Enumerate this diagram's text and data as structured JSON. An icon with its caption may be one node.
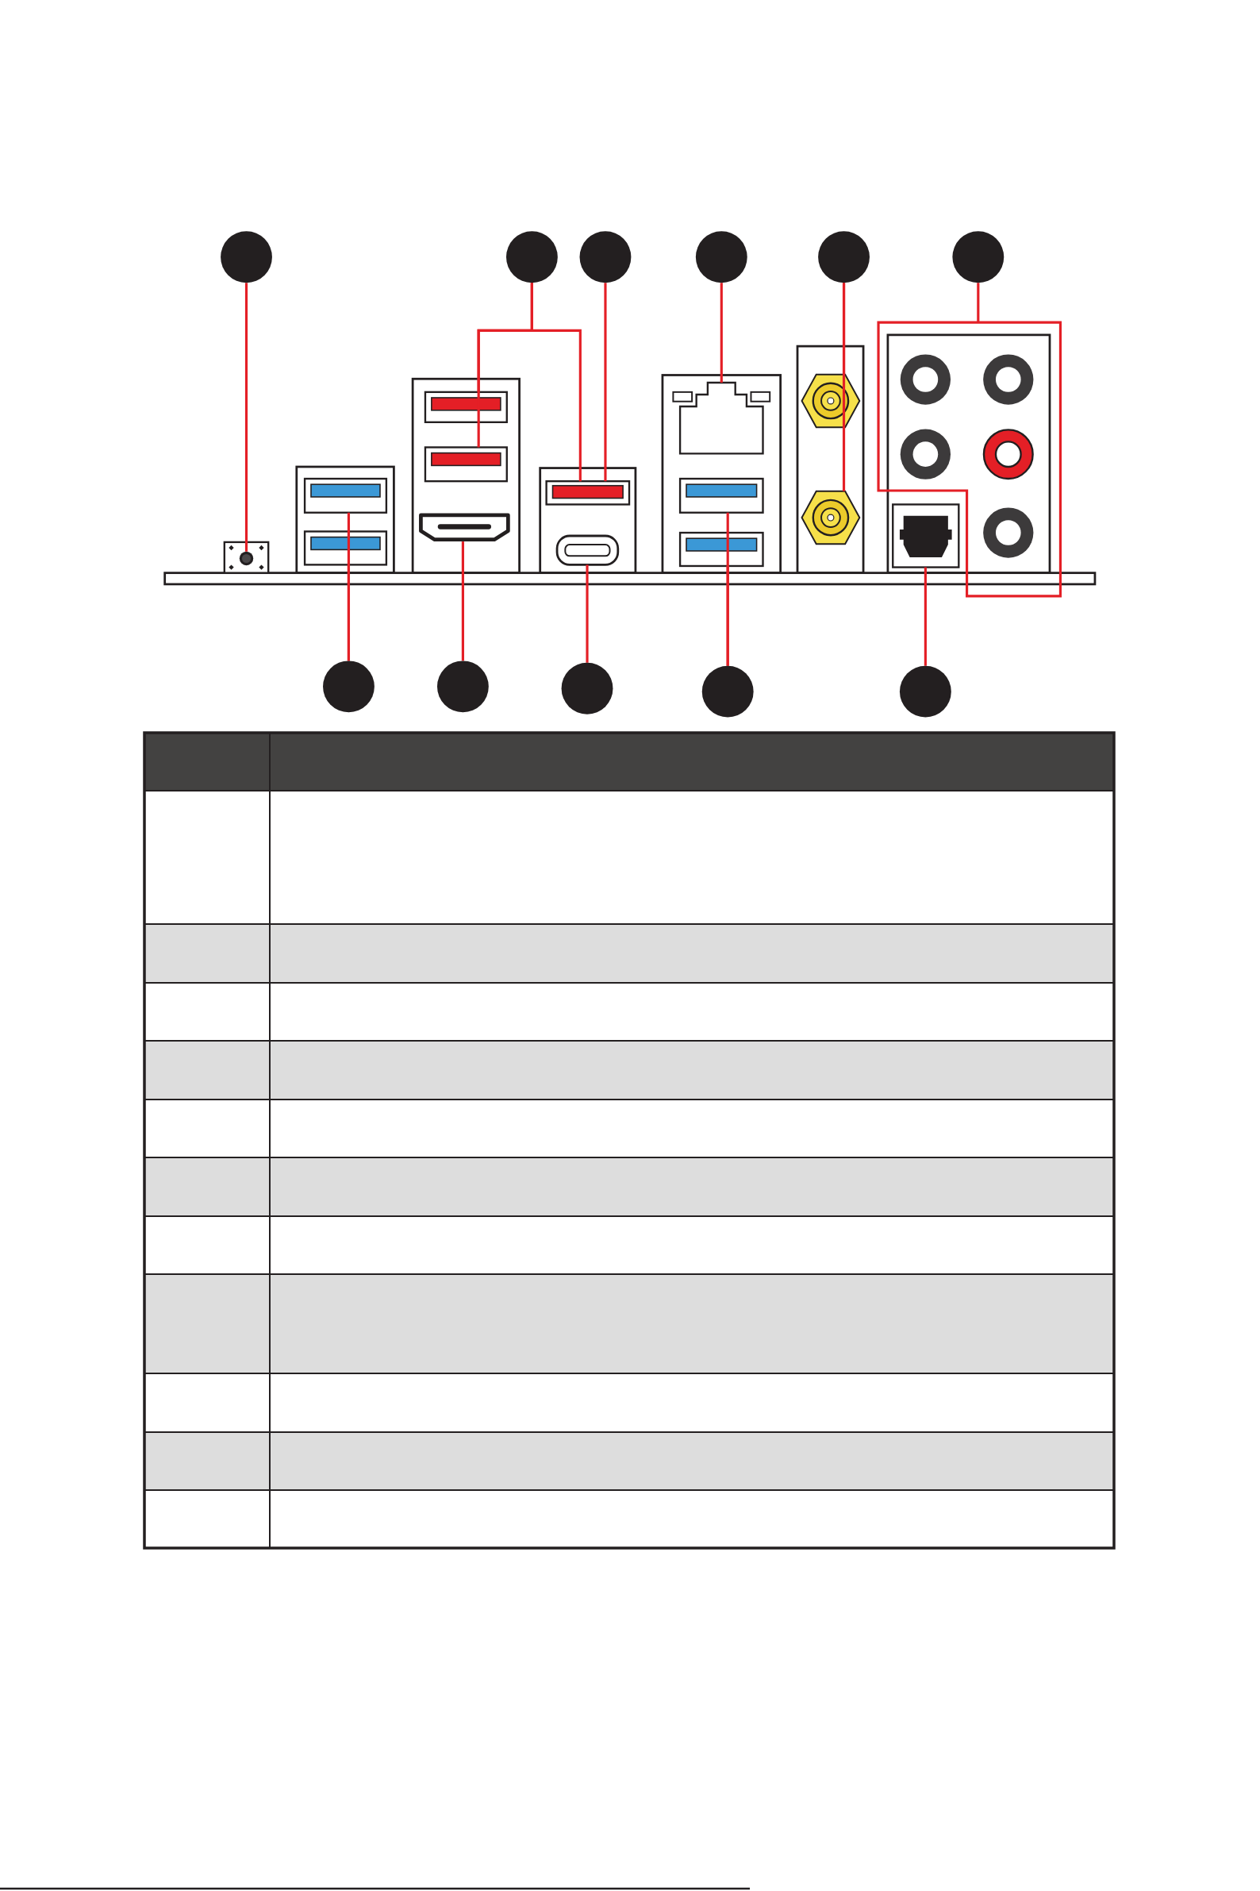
{
  "diagram": {
    "nodes": [
      {
        "text": [],
        "shape": "circle"
      },
      {
        "text": [],
        "shape": "circle"
      },
      {
        "text": [],
        "shape": "circle"
      },
      {
        "text": [],
        "shape": "circle"
      },
      {
        "text": [],
        "shape": "circle"
      },
      {
        "text": [],
        "shape": "circle"
      },
      {
        "text": [],
        "shape": "picture"
      },
      {
        "text": [],
        "shape": "picture"
      },
      {
        "text": [],
        "shape": "picture"
      },
      {
        "text": [],
        "shape": "picture"
      },
      {
        "text": [],
        "shape": "picture"
      },
      {
        "text": [],
        "shape": "picture"
      },
      {
        "text": [],
        "shape": "picture"
      },
      {
        "text": [],
        "shape": "picture"
      },
      {
        "text": [],
        "shape": "box"
      },
      {
        "text": [],
        "shape": "picture"
      },
      {
        "text": [],
        "shape": "picture"
      },
      {
        "text": [],
        "shape": "picture"
      },
      {
        "text": [],
        "shape": "picture"
      },
      {
        "text": [],
        "shape": "picture"
      },
      {
        "text": [],
        "shape": "picture"
      },
      {
        "text": [],
        "shape": "circle"
      },
      {
        "text": [],
        "shape": "circle"
      },
      {
        "text": [],
        "shape": "circle"
      },
      {
        "text": [],
        "shape": "circle"
      },
      {
        "text": [],
        "shape": "circle"
      }
    ],
    "edges": [
      {
        "from": 0,
        "to": 6,
        "arrow": "none"
      },
      {
        "from": 1,
        "to": 9,
        "arrow": "none"
      },
      {
        "from": 1,
        "to": 10,
        "arrow": "none"
      },
      {
        "from": 1,
        "to": 12,
        "arrow": "none"
      },
      {
        "from": 2,
        "to": 12,
        "arrow": "none"
      },
      {
        "from": 3,
        "to": 14,
        "arrow": "none"
      },
      {
        "from": 4,
        "to": 17,
        "arrow": "none"
      },
      {
        "from": 4,
        "to": 18,
        "arrow": "none"
      },
      {
        "from": 5,
        "to": 19,
        "arrow": "none"
      },
      {
        "from": 21,
        "to": 7,
        "arrow": "none"
      },
      {
        "from": 21,
        "to": 8,
        "arrow": "none"
      },
      {
        "from": 22,
        "to": 11,
        "arrow": "none"
      },
      {
        "from": 23,
        "to": 13,
        "arrow": "none"
      },
      {
        "from": 24,
        "to": 15,
        "arrow": "none"
      },
      {
        "from": 24,
        "to": 16,
        "arrow": "none"
      },
      {
        "from": 25,
        "to": 20,
        "arrow": "none"
      }
    ]
  }
}
